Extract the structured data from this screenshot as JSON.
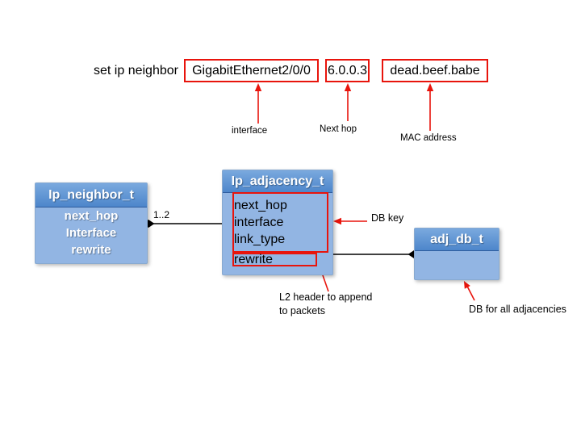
{
  "colors": {
    "red": "#e8140c",
    "header_blue_top": "#7aa9de",
    "header_blue_bottom": "#4d86cb",
    "body_blue": "#92b5e3"
  },
  "command": {
    "label": "set ip neighbor",
    "fields": [
      {
        "value": "GigabitEthernet2/0/0",
        "annotation": "interface"
      },
      {
        "value": "6.0.0.3",
        "annotation": "Next hop"
      },
      {
        "value": "dead.beef.babe",
        "annotation": "MAC address"
      }
    ]
  },
  "classes": {
    "neighbor": {
      "title": "Ip_neighbor_t",
      "fields": [
        "next_hop",
        "Interface",
        "rewrite"
      ]
    },
    "adjacency": {
      "title": "Ip_adjacency_t",
      "key_fields": [
        "next_hop",
        "interface",
        "link_type"
      ],
      "rewrite_field": "rewrite"
    },
    "adj_db": {
      "title": "adj_db_t"
    }
  },
  "relations": {
    "neighbor_to_adjacency_multiplicity": "1..2"
  },
  "callouts": {
    "db_key": "DB key",
    "l2_header": "L2 header to append to packets",
    "db_all": "DB for all adjacencies"
  }
}
